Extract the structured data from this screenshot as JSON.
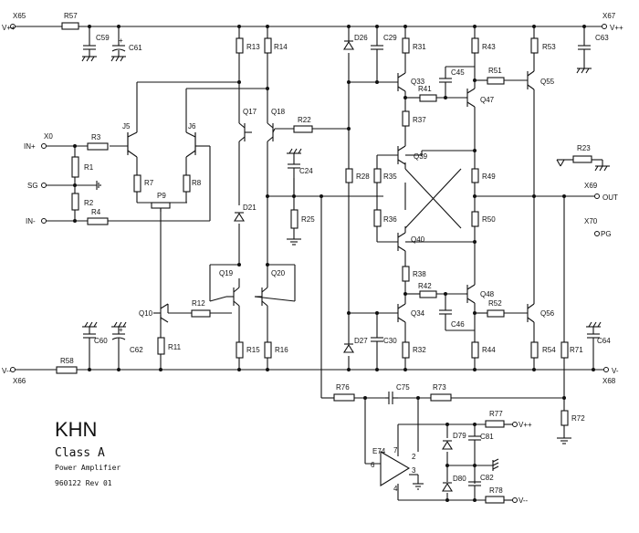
{
  "title": {
    "main": "KHN",
    "line1": "Class A",
    "line2": "Power Amplifier",
    "line3": "960122 Rev 01"
  },
  "connectors": {
    "x65": "X65",
    "x66": "X66",
    "x67": "X67",
    "x68": "X68",
    "x69": "X69",
    "x70": "X70",
    "x0": "X0",
    "vpp_left": "V++",
    "vmm_left": "V--",
    "vpp_right": "V++",
    "vmm_right": "V-",
    "in_plus": "IN+",
    "in_minus": "IN-",
    "sg": "SG",
    "out": "OUT",
    "pg": "PG",
    "vpp_r77": "V++",
    "vmm_r78": "V--"
  },
  "resistors": {
    "r1": "R1",
    "r2": "R2",
    "r3": "R3",
    "r4": "R4",
    "r7": "R7",
    "r8": "R8",
    "r11": "R11",
    "r12": "R12",
    "r13": "R13",
    "r14": "R14",
    "r15": "R15",
    "r16": "R16",
    "r22": "R22",
    "r23": "R23",
    "r25": "R25",
    "r28": "R28",
    "r31": "R31",
    "r32": "R32",
    "r35": "R35",
    "r36": "R36",
    "r37": "R37",
    "r38": "R38",
    "r41": "R41",
    "r42": "R42",
    "r43": "R43",
    "r44": "R44",
    "r49": "R49",
    "r50": "R50",
    "r51": "R51",
    "r52": "R52",
    "r53": "R53",
    "r54": "R54",
    "r57": "R57",
    "r58": "R58",
    "r71": "R71",
    "r72": "R72",
    "r73": "R73",
    "r76": "R76",
    "r77": "R77",
    "r78": "R78",
    "p9": "P9"
  },
  "capacitors": {
    "c24": "C24",
    "c29": "C29",
    "c30": "C30",
    "c45": "C45",
    "c46": "C46",
    "c59": "C59",
    "c60": "C60",
    "c61": "C61",
    "c62": "C62",
    "c63": "C63",
    "c64": "C64",
    "c75": "C75",
    "c81": "C81",
    "c82": "C82"
  },
  "semis": {
    "j5": "J5",
    "j6": "J6",
    "q10": "Q10",
    "q17": "Q17",
    "q18": "Q18",
    "q19": "Q19",
    "q20": "Q20",
    "q33": "Q33",
    "q34": "Q34",
    "q39": "Q39",
    "q40": "Q40",
    "q47": "Q47",
    "q48": "Q48",
    "q55": "Q55",
    "q56": "Q56",
    "d21": "D21",
    "d26": "D26",
    "d27": "D27",
    "d79": "D79",
    "d80": "D80",
    "e74": "E74"
  },
  "opamp_pins": {
    "p2": "2",
    "p3": "3",
    "p4": "4",
    "p6": "6",
    "p7": "7"
  }
}
